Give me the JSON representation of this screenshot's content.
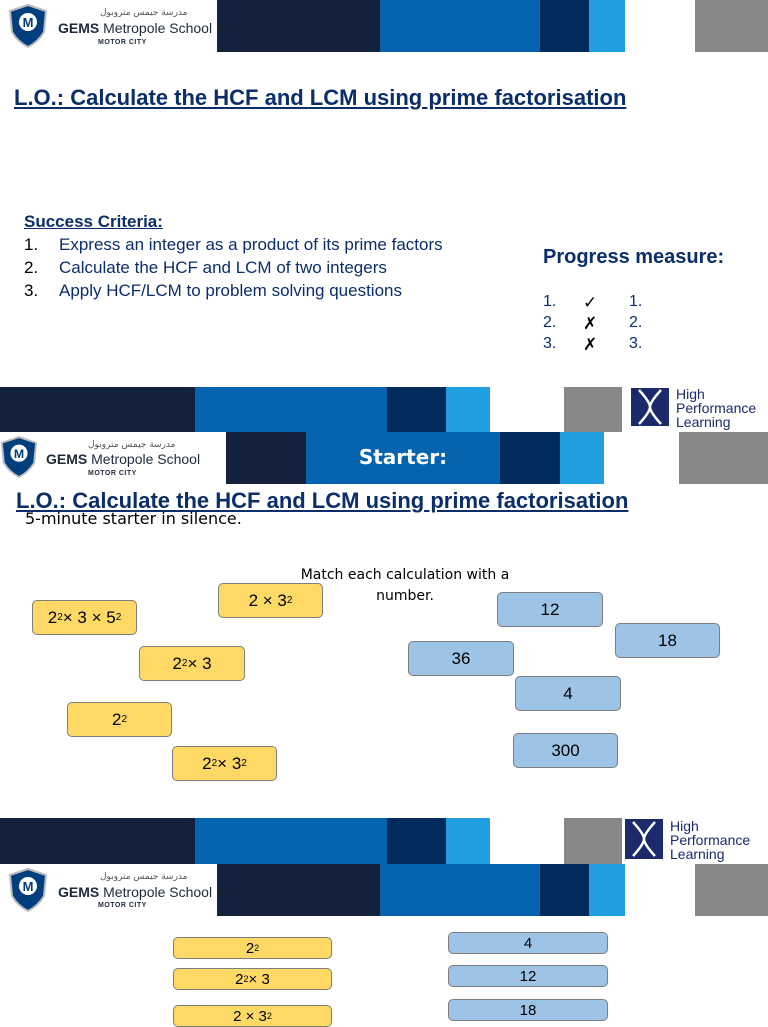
{
  "school": {
    "arabic": "مدرسة جيمس متروبول",
    "name_bold": "GEMS",
    "name_rest": " Metropole School",
    "location": "MOTOR CITY",
    "logo_letter": "M"
  },
  "slide1": {
    "lo_title": "L.O.: Calculate the HCF and LCM using prime factorisation",
    "success_criteria_title": "Success Criteria:",
    "criteria": [
      {
        "num": "1.",
        "text": "Express an integer as a product of its prime factors"
      },
      {
        "num": "2.",
        "text": "Calculate the HCF and LCM of two integers"
      },
      {
        "num": "3.",
        "text": "Apply HCF/LCM to problem solving questions"
      }
    ],
    "progress_title": "Progress measure:",
    "progress": [
      {
        "left": "1.",
        "mark": "✓",
        "right": "1."
      },
      {
        "left": "2.",
        "mark": "✗",
        "right": "2."
      },
      {
        "left": "3.",
        "mark": "✗",
        "right": "3."
      }
    ],
    "hpl": [
      "High",
      "Performance",
      "Learning"
    ]
  },
  "slide2": {
    "banner": "Starter:",
    "lo_title": "L.O.: Calculate the HCF and LCM using prime factorisation",
    "subtitle": "5-minute starter in silence.",
    "instruction_line1": "Match each calculation with a",
    "instruction_line2": "number.",
    "yellow_cards": [
      {
        "base1": "2",
        "exp1": "2",
        "rest": " × 3 × 5",
        "exp2": "2"
      },
      {
        "base1": "2 × 3",
        "exp1": "2",
        "rest": "",
        "exp2": ""
      },
      {
        "base1": "2",
        "exp1": "2",
        "rest": " × 3",
        "exp2": ""
      },
      {
        "base1": "2",
        "exp1": "2",
        "rest": "",
        "exp2": ""
      },
      {
        "base1": "2",
        "exp1": "2",
        "rest": " × 3",
        "exp2": "2"
      }
    ],
    "blue_cards": [
      "12",
      "18",
      "36",
      "4",
      "300"
    ],
    "hpl": [
      "High",
      "Performance",
      "Learning"
    ]
  },
  "slide3": {
    "yellow_cards": [
      {
        "base1": "2",
        "exp1": "2",
        "rest": "",
        "exp2": ""
      },
      {
        "base1": "2",
        "exp1": "2",
        "rest": " × 3",
        "exp2": ""
      },
      {
        "base1": "2 × 3",
        "exp1": "2",
        "rest": "",
        "exp2": ""
      }
    ],
    "blue_cards": [
      "4",
      "12",
      "18"
    ]
  },
  "colors": {
    "navy": "#14213d",
    "blue": "#0563b0",
    "dark_navy": "#002b5c",
    "light_blue": "#1f9ee0",
    "gray": "#858789",
    "yellow": "#ffd965",
    "card_blue": "#9dc3e6",
    "title_blue": "#0b2e6b"
  }
}
